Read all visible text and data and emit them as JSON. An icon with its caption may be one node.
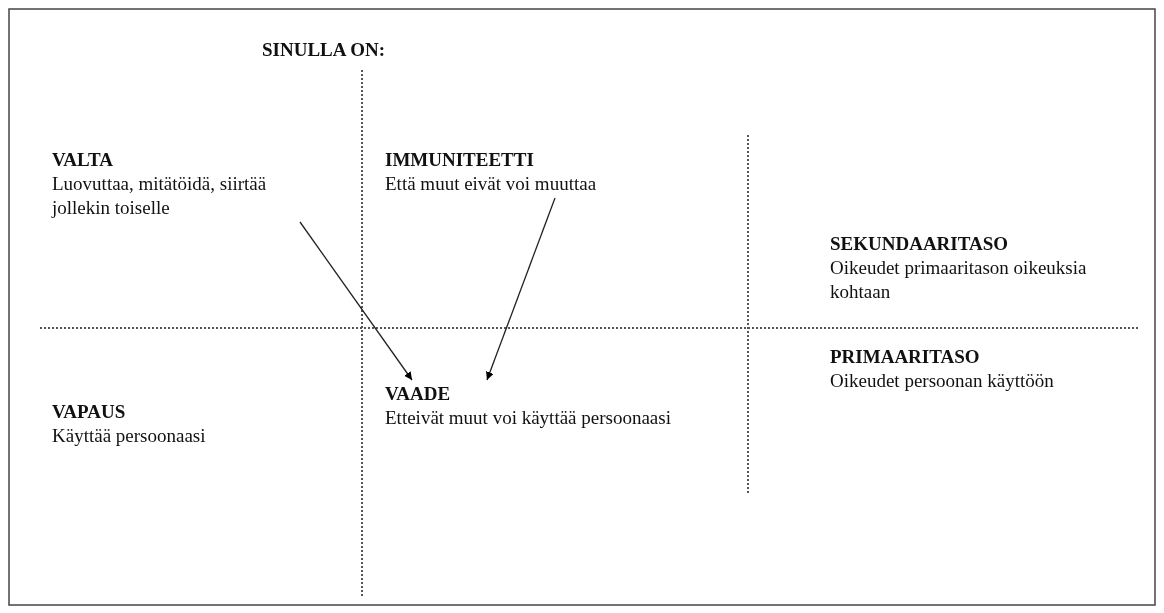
{
  "diagram": {
    "title": "SINULLA ON:",
    "nodes": [
      {
        "text": [
          "VALTA",
          "Luovuttaa, mitätöidä, siirtää jollekin toiselle"
        ]
      },
      {
        "text": [
          "IMMUNITEETTI",
          "Että muut eivät voi muuttaa"
        ]
      },
      {
        "text": [
          "SEKUNDAARITASO",
          "Oikeudet primaaritason oikeuksia kohtaan"
        ]
      },
      {
        "text": [
          "VAPAUS",
          "Käyttää persoonaasi"
        ]
      },
      {
        "text": [
          "VAADE",
          "Etteivät muut voi käyttää persoonaasi"
        ]
      },
      {
        "text": [
          "PRIMAARITASO",
          "Oikeudet persoonan käyttöön"
        ]
      }
    ],
    "edges": [
      {
        "from": 0,
        "to": 4,
        "arrow": "to"
      },
      {
        "from": 1,
        "to": 4,
        "arrow": "to"
      }
    ]
  }
}
